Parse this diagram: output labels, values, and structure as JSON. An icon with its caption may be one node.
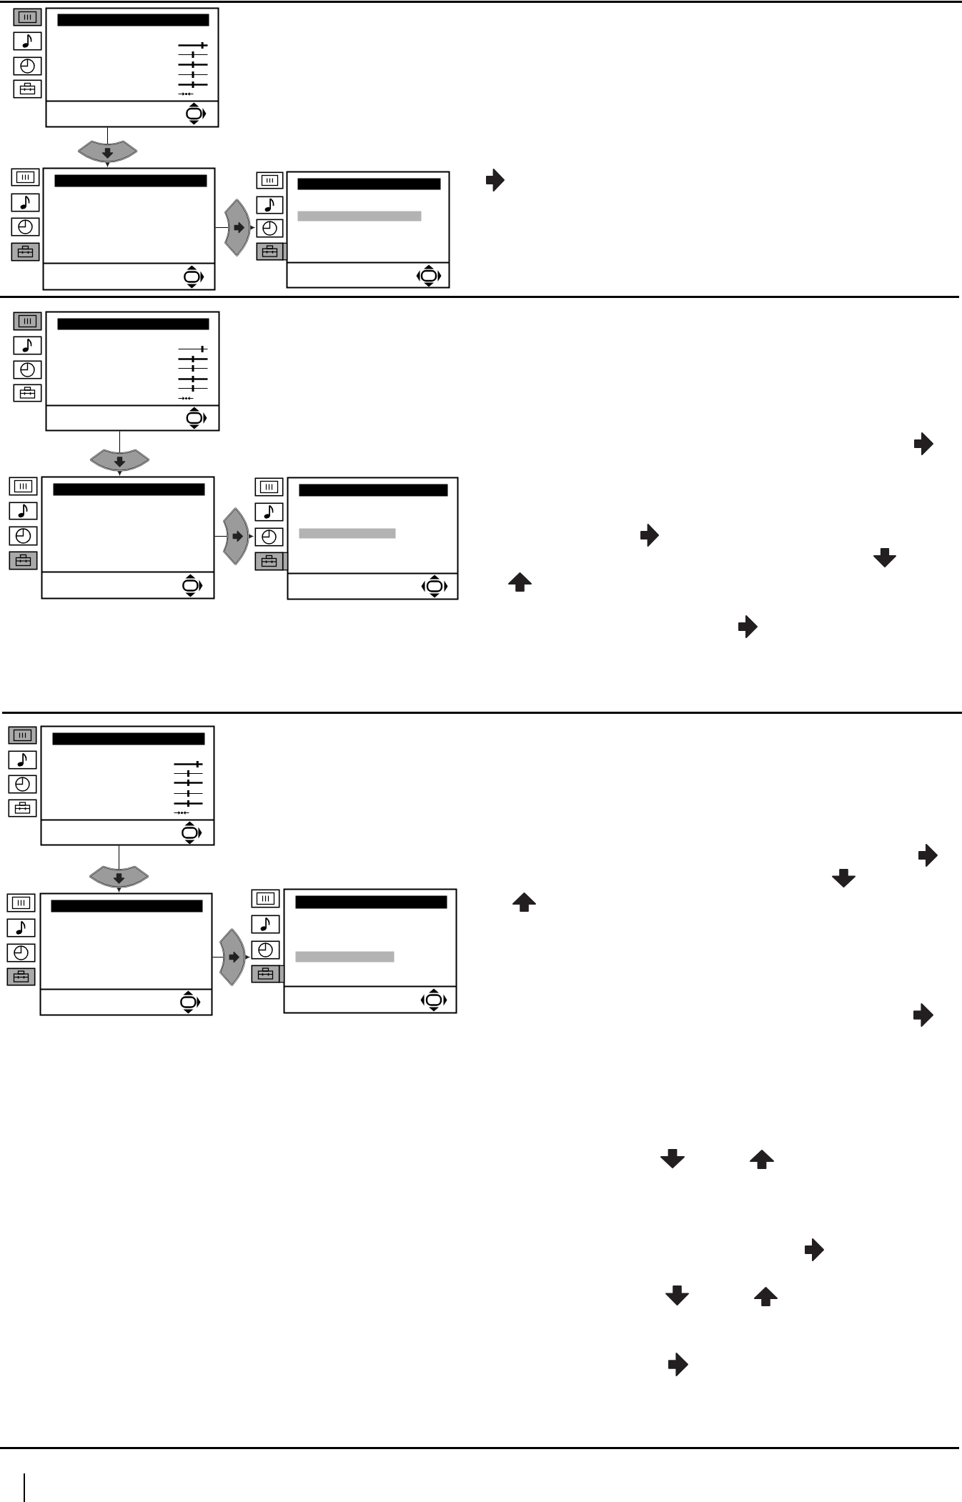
{
  "diagram": {
    "nodes": [
      {
        "text": [],
        "shape": "picture"
      },
      {
        "text": [],
        "shape": "picture"
      },
      {
        "text": [],
        "shape": "picture"
      },
      {
        "text": [],
        "shape": "picture"
      },
      {
        "text": [],
        "shape": "picture"
      },
      {
        "text": [],
        "shape": "picture"
      },
      {
        "text": [],
        "shape": "picture"
      },
      {
        "text": [],
        "shape": "picture"
      },
      {
        "text": [],
        "shape": "picture"
      }
    ],
    "edges": [
      {
        "from": 0,
        "to": 1,
        "arrow": "to"
      },
      {
        "from": 1,
        "to": 2,
        "arrow": "to"
      },
      {
        "from": 3,
        "to": 4,
        "arrow": "to"
      },
      {
        "from": 4,
        "to": 5,
        "arrow": "to"
      },
      {
        "from": 6,
        "to": 7,
        "arrow": "to"
      },
      {
        "from": 7,
        "to": 8,
        "arrow": "to"
      }
    ]
  }
}
